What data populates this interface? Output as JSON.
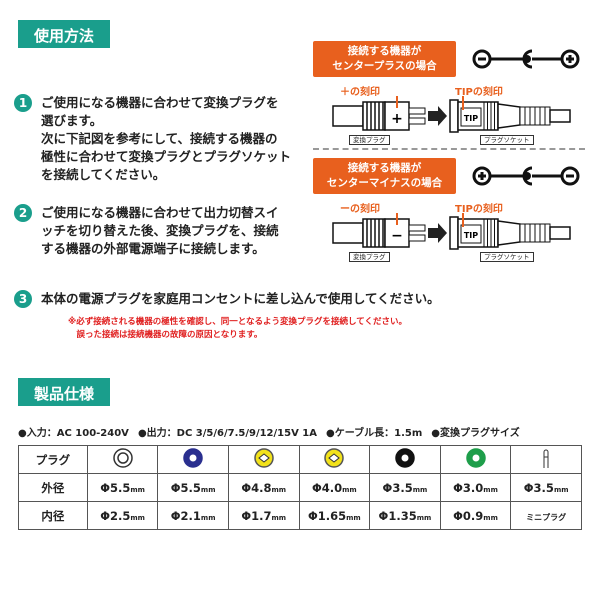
{
  "usage": {
    "title": "使用方法",
    "steps": [
      {
        "num": "1",
        "text": "ご使用になる機器に合わせて変換プラグを\n選びます。\n次に下記図を参考にして、接続する機器の\n極性に合わせて変換プラグとプラグソケット\nを接続してください。"
      },
      {
        "num": "2",
        "text": "ご使用になる機器に合わせて出力切替スイ\nッチを切り替えた後、変換プラグを、接続\nする機器の外部電源端子に接続します。"
      },
      {
        "num": "3",
        "text": "本体の電源プラグを家庭用コンセントに差し込んで使用してください。"
      }
    ],
    "note": "※必ず接続される機器の極性を確認し、同一となるよう変換プラグを接続してください。\n　誤った接続は接続機器の故障の原因となります。",
    "diagrams": [
      {
        "header": "接続する機器が\nセンタープラスの場合",
        "mark_label": "＋の刻印",
        "mark": "+",
        "tip_label": "TIPの刻印",
        "tip": "TIP",
        "plug_label": "変換プラグ",
        "socket_label": "プラグソケット",
        "left_symbol": "−",
        "right_symbol": "+"
      },
      {
        "header": "接続する機器が\nセンターマイナスの場合",
        "mark_label": "ーの刻印",
        "mark": "−",
        "tip_label": "TIPの刻印",
        "tip": "TIP",
        "plug_label": "変換プラグ",
        "socket_label": "プラグソケット",
        "left_symbol": "+",
        "right_symbol": "−"
      }
    ]
  },
  "specs": {
    "title": "製品仕様",
    "items": [
      "●入力：AC 100-240V",
      "●出力：DC 3/5/6/7.5/9/12/15V 1A",
      "●ケーブル長：1.5m",
      "●変換プラグサイズ"
    ],
    "table": {
      "row_headers": [
        "プラグ",
        "外径",
        "内径"
      ],
      "plug_colors": [
        "#ffffff",
        "#2a2f8f",
        "#f2e21a",
        "#f2e21a",
        "#111111",
        "#1e9e4a",
        "mini"
      ],
      "outer": [
        "Φ5.5",
        "Φ5.5",
        "Φ4.8",
        "Φ4.0",
        "Φ3.5",
        "Φ3.0",
        "Φ3.5"
      ],
      "inner": [
        "Φ2.5",
        "Φ2.1",
        "Φ1.7",
        "Φ1.65",
        "Φ1.35",
        "Φ0.9",
        "ミニプラグ"
      ],
      "unit": "mm"
    }
  },
  "colors": {
    "teal": "#1a9e8c",
    "orange": "#e8601e",
    "red": "#e02020"
  }
}
